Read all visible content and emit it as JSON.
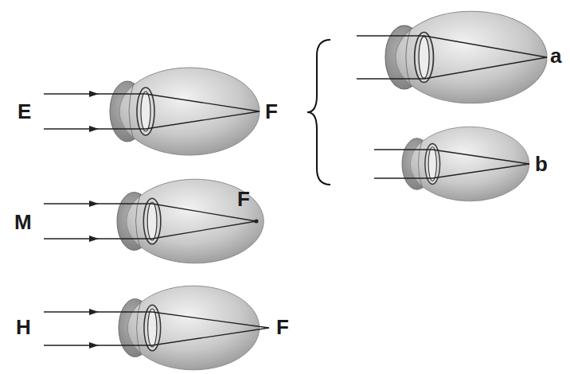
{
  "diagram": {
    "labels": [
      "E",
      "F",
      "a",
      "b",
      "M",
      "F",
      "H",
      "F"
    ]
  }
}
